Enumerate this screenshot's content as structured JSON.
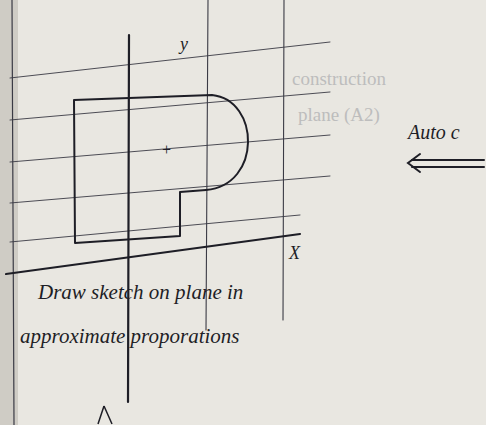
{
  "diagram": {
    "labels": [
      "construction",
      "plane (A2)",
      "y",
      "+",
      "X",
      "Auto c",
      "Draw sketch on plane in approximate proporations"
    ]
  }
}
